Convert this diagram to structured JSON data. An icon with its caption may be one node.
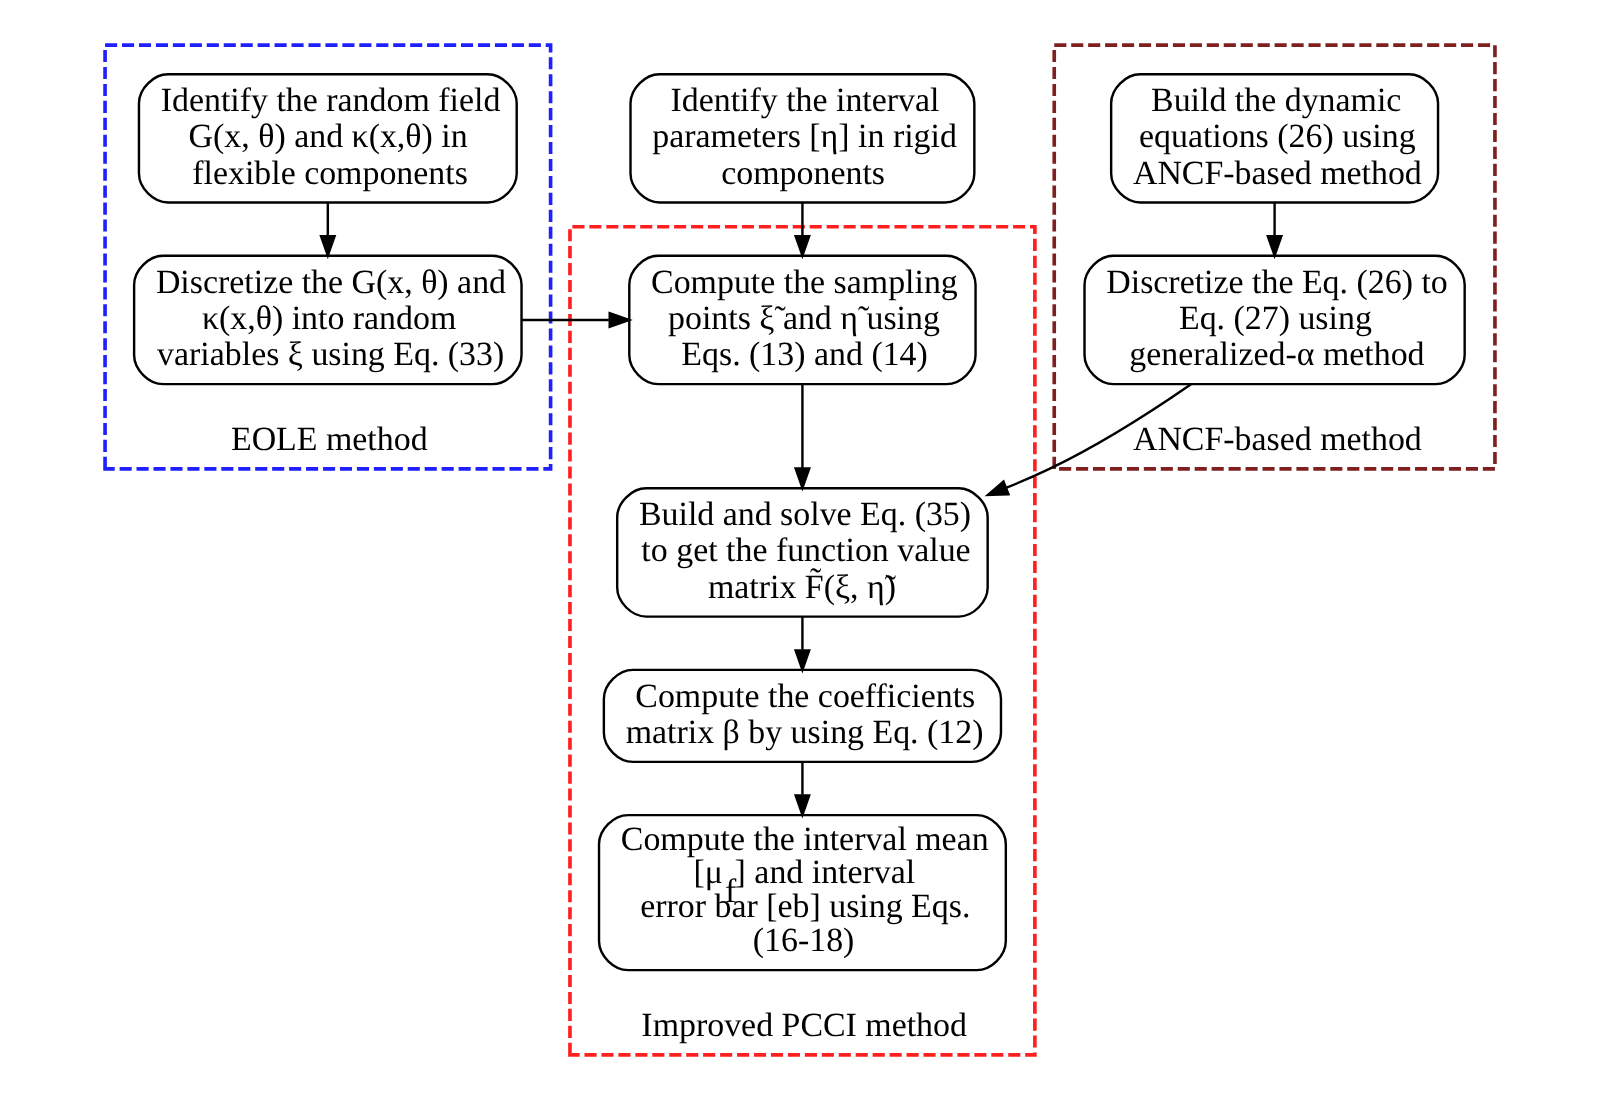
{
  "diagram": {
    "nodes": [
      {
        "text": [
          "EOLE method"
        ]
      },
      {
        "text": [
          "Identify the random field G(x, θ) and κ(x,θ) in flexible components"
        ],
        "in": 0
      },
      {
        "text": [
          "Discretize the G(x, θ) and κ(x,θ) into random variables ξ using Eq. (33)"
        ],
        "in": 0
      },
      {
        "text": [
          "Identify the interval parameters [η] in rigid components"
        ]
      },
      {
        "text": [
          "Improved PCCI method"
        ]
      },
      {
        "text": [
          "Compute the sampling points ξ̃ and η̃ using Eqs. (13) and (14)"
        ],
        "in": 4
      },
      {
        "text": [
          "Build and solve Eq. (35) to get the function value matrix F̃(ξ, η̃)"
        ],
        "in": 4
      },
      {
        "text": [
          "Compute the coefficients matrix β by using Eq. (12)"
        ],
        "in": 4
      },
      {
        "text": [
          "Compute the interval mean [μ$_{f}$] and interval error bar [eb] using Eqs. (16-18)"
        ],
        "in": 4
      },
      {
        "text": [
          "ANCF-based method"
        ]
      },
      {
        "text": [
          "Build the dynamic equations (26) using ANCF-based method"
        ],
        "in": 9
      },
      {
        "text": [
          "Discretize the Eq. (26) to Eq. (27) using generalized-α method"
        ],
        "in": 9
      }
    ],
    "edges": [
      {
        "from": 1,
        "to": 2,
        "arrow": "to"
      },
      {
        "from": 2,
        "to": 5,
        "arrow": "to"
      },
      {
        "from": 3,
        "to": 5,
        "arrow": "to"
      },
      {
        "from": 5,
        "to": 6,
        "arrow": "to"
      },
      {
        "from": 6,
        "to": 7,
        "arrow": "to"
      },
      {
        "from": 7,
        "to": 8,
        "arrow": "to"
      },
      {
        "from": 10,
        "to": 11,
        "arrow": "to"
      },
      {
        "from": 11,
        "to": 6,
        "arrow": "to"
      }
    ]
  }
}
